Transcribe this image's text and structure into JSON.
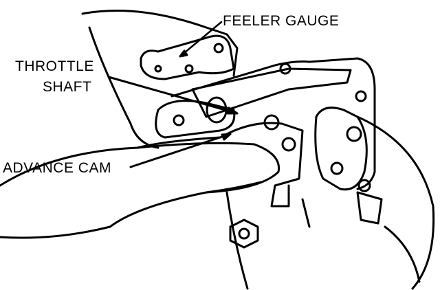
{
  "labels": {
    "feeler_gauge": "FEELER GAUGE",
    "throttle": "THROTTLE",
    "shaft": "SHAFT",
    "advance_cam": "ADVANCE CAM"
  },
  "colors": {
    "ink": "#000000",
    "paper": "#ffffff"
  }
}
